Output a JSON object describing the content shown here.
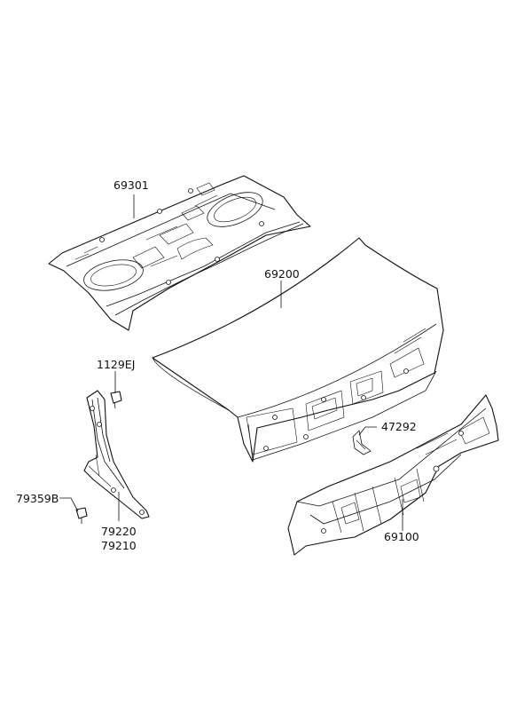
{
  "callouts": {
    "shelf": "69301",
    "trunk_lid": "69200",
    "bolt_top": "1129EJ",
    "bolt_bottom": "79359B",
    "hinge_a": "79220",
    "hinge_b": "79210",
    "clip": "47292",
    "back_panel": "69100"
  }
}
